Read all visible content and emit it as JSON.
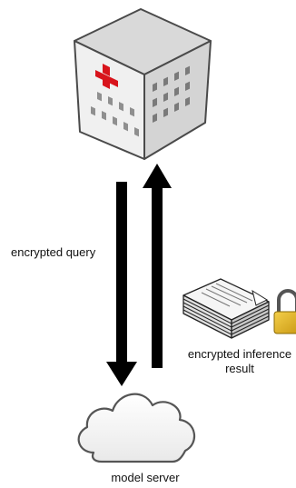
{
  "labels": {
    "query": "encrypted query",
    "result_line1": "encrypted inference",
    "result_line2": "result",
    "server": "model server"
  },
  "icons": {
    "hospital": "hospital-building-icon",
    "document": "document-stack-icon",
    "lock": "padlock-icon",
    "cloud": "cloud-icon"
  },
  "colors": {
    "cross": "#d8141c",
    "arrow": "#000000",
    "lock": "#e0b21a"
  }
}
